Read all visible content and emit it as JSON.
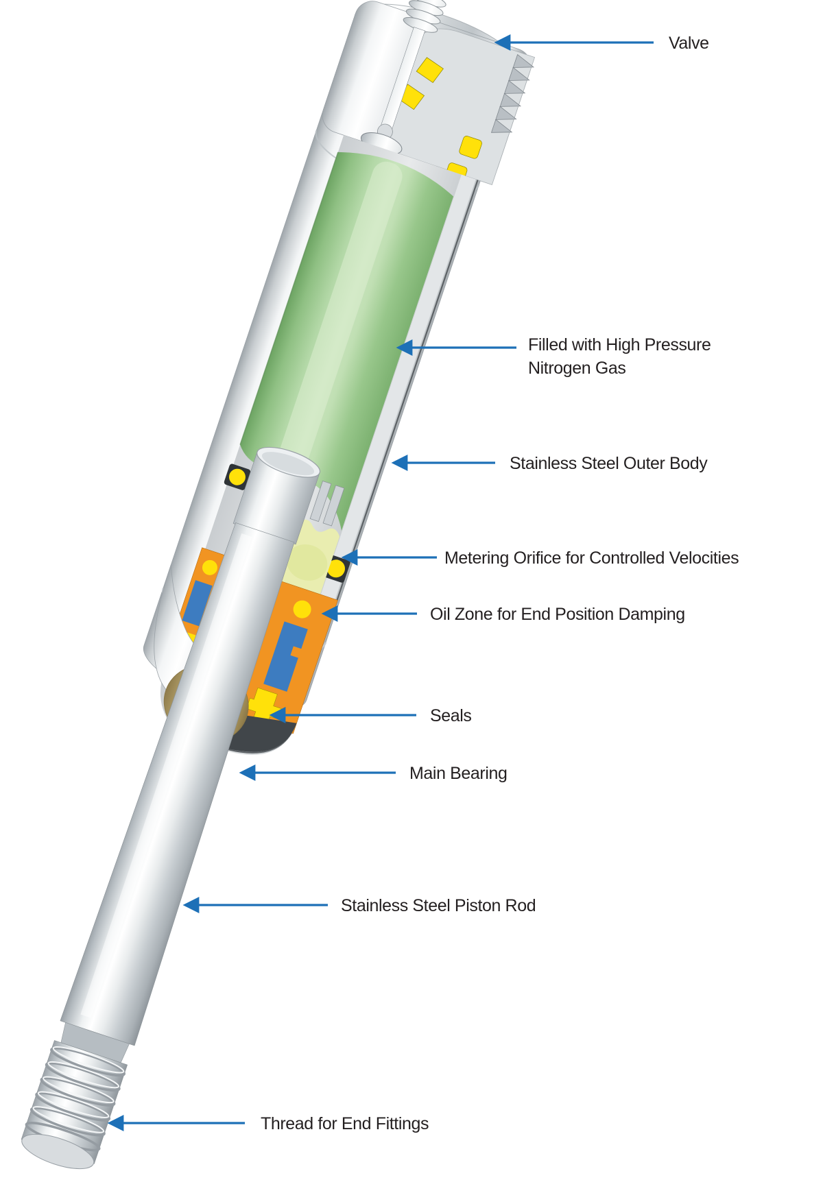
{
  "figure": {
    "title": "Gas spring cutaway diagram",
    "background_color": "#ffffff"
  },
  "colors": {
    "arrow": "#1d70b7",
    "label_text": "#231f20",
    "nitrogen_gas_green": "#b3d8a7",
    "seal_yellow": "#ffe10a",
    "guide_orange": "#f19422",
    "component_blue": "#3d7cc0",
    "brass": "#c9b67b",
    "oil_zone_yellow": "#e9edb0",
    "steel_light": "#eef1f2",
    "steel_dark": "#8f969c"
  },
  "labels": {
    "valve": {
      "text": "Valve"
    },
    "nitrogen": {
      "text": "Filled with High Pressure\nNitrogen Gas"
    },
    "outer_body": {
      "text": "Stainless Steel Outer Body"
    },
    "metering_orifice": {
      "text": "Metering Orifice for Controlled Velocities"
    },
    "oil_zone": {
      "text": "Oil Zone for End Position Damping"
    },
    "seals": {
      "text": "Seals"
    },
    "main_bearing": {
      "text": "Main Bearing"
    },
    "piston_rod": {
      "text": "Stainless Steel Piston Rod"
    },
    "thread": {
      "text": "Thread for End Fittings"
    }
  }
}
